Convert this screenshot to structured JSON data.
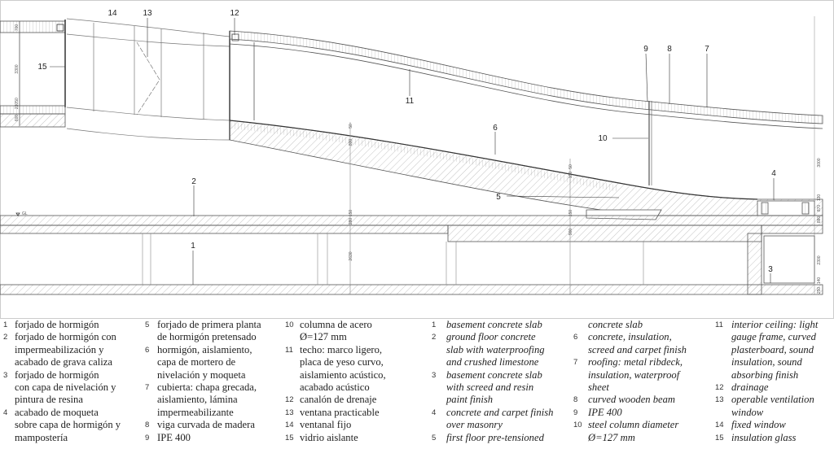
{
  "drawing": {
    "labels": [
      "1",
      "2",
      "3",
      "4",
      "5",
      "6",
      "7",
      "8",
      "9",
      "10",
      "11",
      "12",
      "13",
      "14",
      "15"
    ],
    "ground_level": "GL",
    "dimensions": [
      "700",
      "3300",
      "50",
      "230",
      "600",
      "3000",
      "130",
      "870",
      "880",
      "2300",
      "140",
      "250",
      "150",
      "280",
      "2630",
      "900",
      "150",
      "50",
      "800",
      "50",
      "150"
    ]
  },
  "legend": {
    "columns": [
      {
        "lang": "es",
        "entries": [
          {
            "num": "1",
            "lines": [
              "forjado de hormigón"
            ]
          },
          {
            "num": "2",
            "lines": [
              "forjado de hormigón con",
              "impermeabilización y",
              "acabado de grava caliza"
            ]
          },
          {
            "num": "3",
            "lines": [
              "forjado de hormigón",
              "con capa de nivelación y",
              "pintura de resina"
            ]
          },
          {
            "num": "4",
            "lines": [
              "acabado de moqueta",
              "sobre capa de hormigón y",
              "mampostería"
            ]
          }
        ]
      },
      {
        "lang": "es",
        "entries": [
          {
            "num": "5",
            "lines": [
              "forjado de primera planta",
              "de hormigón pretensado"
            ]
          },
          {
            "num": "6",
            "lines": [
              "hormigón, aislamiento,",
              "capa de mortero de",
              "nivelación y moqueta"
            ]
          },
          {
            "num": "7",
            "lines": [
              "cubierta: chapa grecada,",
              "aislamiento, lámina",
              "impermeabilizante"
            ]
          },
          {
            "num": "8",
            "lines": [
              "viga curvada de madera"
            ]
          },
          {
            "num": "9",
            "lines": [
              "IPE 400"
            ]
          }
        ]
      },
      {
        "lang": "es",
        "entries": [
          {
            "num": "10",
            "lines": [
              "columna de acero",
              "Ø=127 mm"
            ]
          },
          {
            "num": "11",
            "lines": [
              " techo: marco ligero,",
              "placa de yeso curvo,",
              "aislamiento acústico,",
              "acabado acústico"
            ]
          },
          {
            "num": "12",
            "lines": [
              "canalón de drenaje"
            ]
          },
          {
            "num": "13",
            "lines": [
              "ventana practicable"
            ]
          },
          {
            "num": "14",
            "lines": [
              "ventanal fijo"
            ]
          },
          {
            "num": "15",
            "lines": [
              "vidrio aislante"
            ]
          }
        ]
      },
      {
        "lang": "en",
        "entries": [
          {
            "num": "1",
            "lines": [
              "basement concrete slab"
            ]
          },
          {
            "num": "2",
            "lines": [
              "ground floor concrete",
              "slab with waterproofing",
              "and crushed limestone"
            ]
          },
          {
            "num": "3",
            "lines": [
              "basement concrete slab",
              "with screed and resin",
              "paint finish"
            ]
          },
          {
            "num": "4",
            "lines": [
              "concrete and carpet finish",
              "over masonry"
            ]
          },
          {
            "num": "5",
            "lines": [
              "first floor pre-tensioned"
            ]
          }
        ]
      },
      {
        "lang": "en",
        "entries": [
          {
            "num": "",
            "lines": [
              "concrete slab"
            ]
          },
          {
            "num": "6",
            "lines": [
              "concrete, insulation,",
              "screed and carpet finish"
            ]
          },
          {
            "num": "7",
            "lines": [
              "roofing: metal ribdeck,",
              "insulation, waterproof",
              "sheet"
            ]
          },
          {
            "num": "8",
            "lines": [
              "curved wooden beam"
            ]
          },
          {
            "num": "9",
            "lines": [
              "IPE 400"
            ]
          },
          {
            "num": "10",
            "lines": [
              "steel column diameter",
              "Ø=127 mm"
            ]
          }
        ]
      },
      {
        "lang": "en",
        "entries": [
          {
            "num": "11",
            "lines": [
              "interior ceiling: light",
              "gauge frame, curved",
              "plasterboard, sound",
              "insulation, sound",
              "absorbing finish"
            ]
          },
          {
            "num": "12",
            "lines": [
              "drainage"
            ]
          },
          {
            "num": "13",
            "lines": [
              "operable ventilation",
              "window"
            ]
          },
          {
            "num": "14",
            "lines": [
              "fixed window"
            ]
          },
          {
            "num": "15",
            "lines": [
              "insulation glass"
            ]
          }
        ]
      }
    ]
  }
}
